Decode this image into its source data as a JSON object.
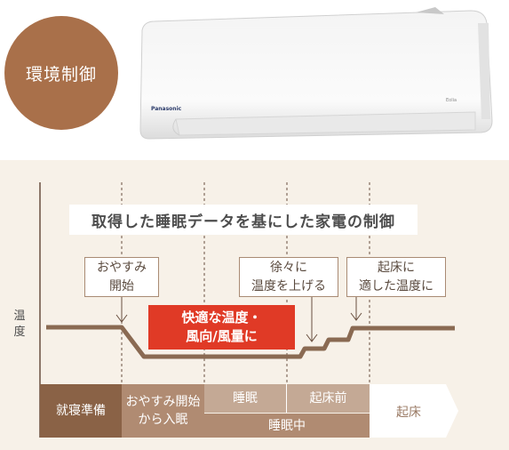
{
  "badge": {
    "label": "環境制御"
  },
  "product": {
    "brand": "Panasonic",
    "model": "Eolia"
  },
  "diagram": {
    "title": "取得した睡眠データを基にした家電の制御",
    "axis_label": "温度",
    "callouts": {
      "bedtime": [
        "おやすみ",
        "開始"
      ],
      "gradual": [
        "徐々に",
        "温度を上げる"
      ],
      "wake": [
        "起床に",
        "適した温度に"
      ],
      "comfort": [
        "快適な温度・",
        "風向/風量に"
      ]
    },
    "phases": {
      "pre_sleep": "就寝準備",
      "falling_asleep": [
        "おやすみ開始",
        "から入眠"
      ],
      "sleep": "睡眠",
      "before_wake": "起床前",
      "during_sleep": "睡眠中",
      "wake": "起床"
    },
    "colors": {
      "badge": "#a9704a",
      "accent_red": "#e03a26",
      "phase_dark": "#8a6246",
      "phase_mid": "#b08b72",
      "phase_light": "#c4a995",
      "background": "#f7f1e8"
    }
  }
}
